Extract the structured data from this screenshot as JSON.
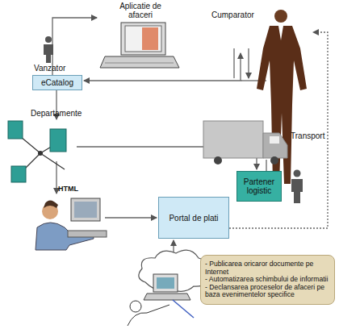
{
  "diagram": {
    "nodes": [
      {
        "text": [
          "eCatalog"
        ]
      },
      {
        "text": [
          "Partener logistic"
        ]
      },
      {
        "text": [
          "Portal de plati"
        ]
      },
      {
        "text": [
          "- Publicarea oricaror documente pe Internet",
          "- Automatizarea schimbului de informatii",
          "- Declansarea proceselor de afaceri pe baza evenimentelor specifice"
        ]
      }
    ],
    "labels": [
      "Aplicatie de afaceri",
      "Cumparator",
      "Vanzator",
      "Departamente",
      "Transport",
      "HTML"
    ]
  }
}
